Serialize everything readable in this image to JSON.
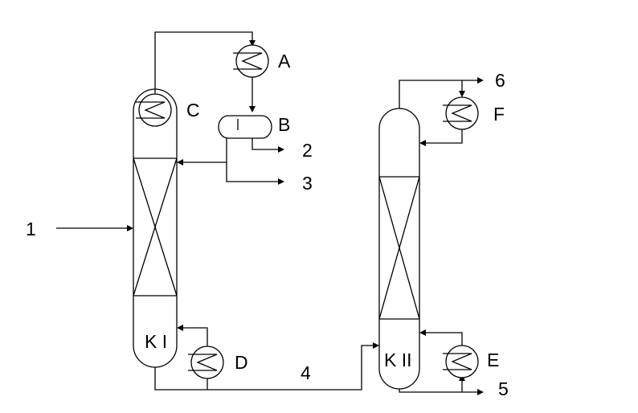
{
  "labels": {
    "condenser_a": "A",
    "separator_b": "B",
    "condenser_c": "C",
    "reboiler_d": "D",
    "reboiler_e": "E",
    "condenser_f": "F",
    "column_1": "K I",
    "column_2": "K II",
    "stream_1": "1",
    "stream_2": "2",
    "stream_3": "3",
    "stream_4": "4",
    "stream_5": "5",
    "stream_6": "6"
  }
}
